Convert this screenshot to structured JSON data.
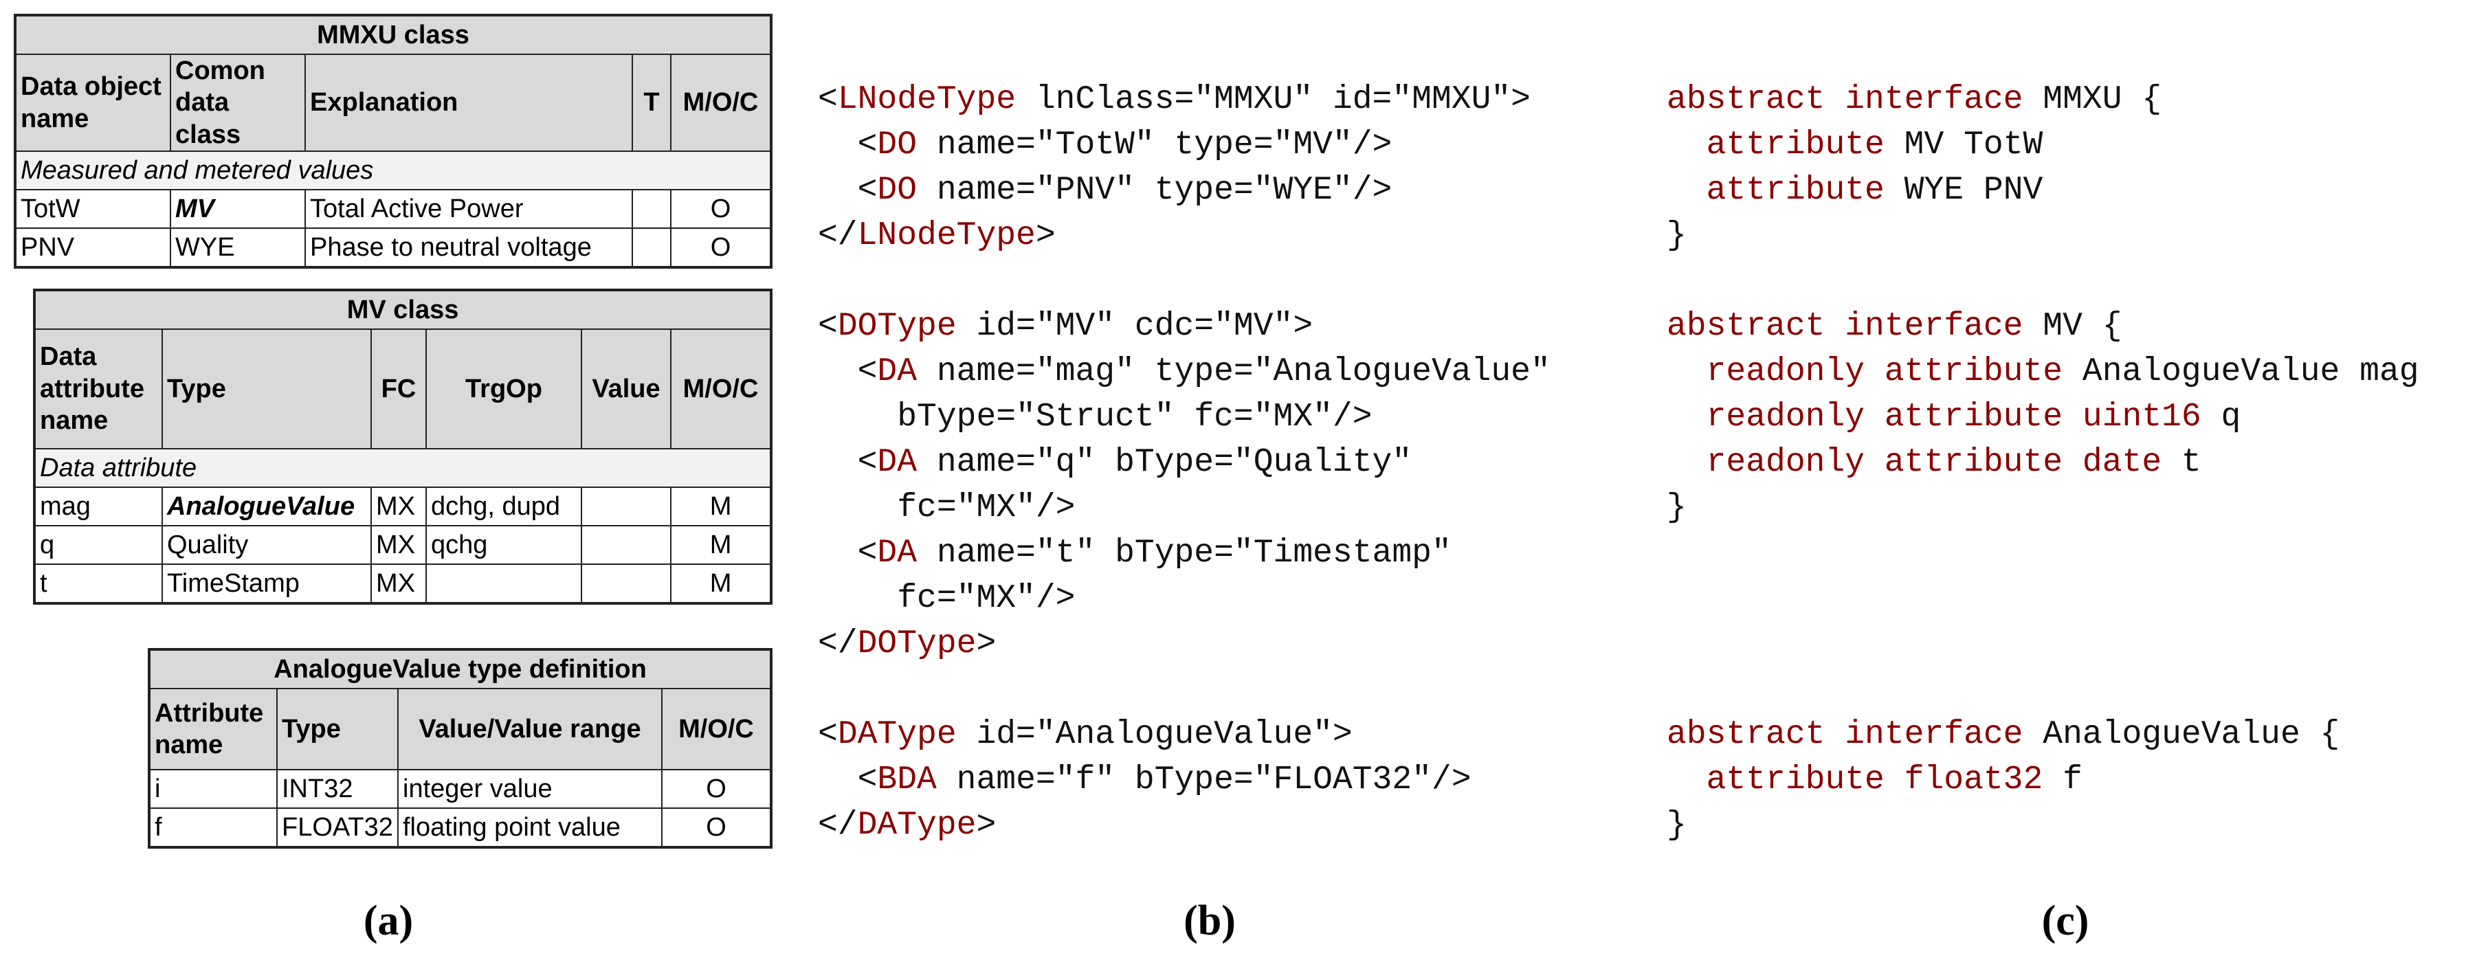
{
  "panel_a": {
    "mmxu": {
      "title": "MMXU class",
      "headers": [
        "Data object name",
        "Comon data class",
        "Explanation",
        "T",
        "M/O/C"
      ],
      "section": "Measured and metered values",
      "rows": [
        [
          "TotW",
          "MV",
          "Total Active Power",
          "",
          "O"
        ],
        [
          "PNV",
          "WYE",
          "Phase to neutral voltage",
          "",
          "O"
        ]
      ]
    },
    "mv": {
      "title": "MV class",
      "headers": [
        "Data attribute name",
        "Type",
        "FC",
        "TrgOp",
        "Value",
        "M/O/C"
      ],
      "section": "Data attribute",
      "rows": [
        [
          "mag",
          "AnalogueValue",
          "MX",
          "dchg, dupd",
          "",
          "M"
        ],
        [
          "q",
          "Quality",
          "MX",
          "qchg",
          "",
          "M"
        ],
        [
          "t",
          "TimeStamp",
          "MX",
          "",
          "",
          "M"
        ]
      ]
    },
    "analogue_value": {
      "title": "AnalogueValue type definition",
      "headers": [
        "Attribute name",
        "Type",
        "Value/Value range",
        "M/O/C"
      ],
      "rows": [
        [
          "i",
          "INT32",
          "integer value",
          "O"
        ],
        [
          "f",
          "FLOAT32",
          "floating point value",
          "O"
        ]
      ]
    }
  },
  "panel_b": {
    "lines": [
      [
        {
          "t": "<"
        },
        {
          "t": "LNodeType",
          "k": 1
        },
        {
          "t": " lnClass=\"MMXU\" id=\"MMXU\">"
        }
      ],
      [
        {
          "t": "  <"
        },
        {
          "t": "DO",
          "k": 1
        },
        {
          "t": " name=\"TotW\" type=\"MV\"/>"
        }
      ],
      [
        {
          "t": "  <"
        },
        {
          "t": "DO",
          "k": 1
        },
        {
          "t": " name=\"PNV\" type=\"WYE\"/>"
        }
      ],
      [
        {
          "t": "</"
        },
        {
          "t": "LNodeType",
          "k": 1
        },
        {
          "t": ">"
        }
      ],
      [
        {
          "t": ""
        }
      ],
      [
        {
          "t": "<"
        },
        {
          "t": "DOType",
          "k": 1
        },
        {
          "t": " id=\"MV\" cdc=\"MV\">"
        }
      ],
      [
        {
          "t": "  <"
        },
        {
          "t": "DA",
          "k": 1
        },
        {
          "t": " name=\"mag\" type=\"AnalogueValue\""
        }
      ],
      [
        {
          "t": "    bType=\"Struct\" fc=\"MX\"/>"
        }
      ],
      [
        {
          "t": "  <"
        },
        {
          "t": "DA",
          "k": 1
        },
        {
          "t": " name=\"q\" bType=\"Quality\""
        }
      ],
      [
        {
          "t": "    fc=\"MX\"/>"
        }
      ],
      [
        {
          "t": "  <"
        },
        {
          "t": "DA",
          "k": 1
        },
        {
          "t": " name=\"t\" bType=\"Timestamp\""
        }
      ],
      [
        {
          "t": "    fc=\"MX\"/>"
        }
      ],
      [
        {
          "t": "</"
        },
        {
          "t": "DOType",
          "k": 1
        },
        {
          "t": ">"
        }
      ],
      [
        {
          "t": ""
        }
      ],
      [
        {
          "t": "<"
        },
        {
          "t": "DAType",
          "k": 1
        },
        {
          "t": " id=\"AnalogueValue\">"
        }
      ],
      [
        {
          "t": "  <"
        },
        {
          "t": "BDA",
          "k": 1
        },
        {
          "t": " name=\"f\" bType=\"FLOAT32\"/>"
        }
      ],
      [
        {
          "t": "</"
        },
        {
          "t": "DAType",
          "k": 1
        },
        {
          "t": ">"
        }
      ]
    ]
  },
  "panel_c": {
    "lines": [
      [
        {
          "t": "abstract interface",
          "k": 1
        },
        {
          "t": " MMXU {"
        }
      ],
      [
        {
          "t": "  "
        },
        {
          "t": "attribute",
          "k": 1
        },
        {
          "t": " MV TotW"
        }
      ],
      [
        {
          "t": "  "
        },
        {
          "t": "attribute",
          "k": 1
        },
        {
          "t": " WYE PNV"
        }
      ],
      [
        {
          "t": "}"
        }
      ],
      [
        {
          "t": ""
        }
      ],
      [
        {
          "t": "abstract interface",
          "k": 1
        },
        {
          "t": " MV {"
        }
      ],
      [
        {
          "t": "  "
        },
        {
          "t": "readonly attribute",
          "k": 1
        },
        {
          "t": " AnalogueValue mag"
        }
      ],
      [
        {
          "t": "  "
        },
        {
          "t": "readonly attribute uint16",
          "k": 1
        },
        {
          "t": " q"
        }
      ],
      [
        {
          "t": "  "
        },
        {
          "t": "readonly attribute date",
          "k": 1
        },
        {
          "t": " t"
        }
      ],
      [
        {
          "t": "}"
        }
      ],
      [
        {
          "t": ""
        }
      ],
      [
        {
          "t": ""
        }
      ],
      [
        {
          "t": ""
        }
      ],
      [
        {
          "t": ""
        }
      ],
      [
        {
          "t": "abstract interface",
          "k": 1
        },
        {
          "t": " AnalogueValue {"
        }
      ],
      [
        {
          "t": "  "
        },
        {
          "t": "attribute float32",
          "k": 1
        },
        {
          "t": " f"
        }
      ],
      [
        {
          "t": "}"
        }
      ]
    ]
  },
  "captions": {
    "a": "(a)",
    "b": "(b)",
    "c": "(c)"
  },
  "colors": {
    "keyword": "#8b0000",
    "header_fill": "#d9d9d9",
    "section_fill": "#f2f2f2"
  }
}
